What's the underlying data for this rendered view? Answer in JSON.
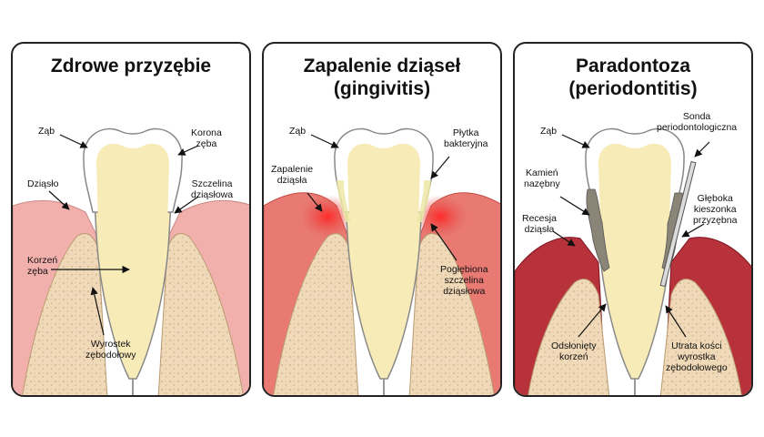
{
  "colors": {
    "gum": "#f2b0ac",
    "gum_inflamed": "#e0564f",
    "gum_periodontitis": "#a11d2a",
    "bone": "#efd9b8",
    "bone_dots": "#c9ab7f",
    "dentin": "#f7ebb8",
    "enamel": "#ffffff",
    "tartar": "#8a8576",
    "plaque": "#ece7a4",
    "outline": "#222222"
  },
  "panels": [
    {
      "title": [
        "Zdrowe przyzębie"
      ],
      "labels": {
        "tooth": "Ząb",
        "crown": [
          "Korona",
          "zęba"
        ],
        "gum": "Dziąsło",
        "gum_sulcus": [
          "Szczelina",
          "dziąsłowa"
        ],
        "root": [
          "Korzeń",
          "zęba"
        ],
        "alveolar": [
          "Wyrostek",
          "zębodołowy"
        ]
      }
    },
    {
      "title": [
        "Zapalenie dziąseł",
        "(gingivitis)"
      ],
      "labels": {
        "tooth": "Ząb",
        "plaque": [
          "Płytka",
          "bakteryjna"
        ],
        "inflamed_gum": [
          "Zapalenie",
          "dziąsła"
        ],
        "deep_sulcus": [
          "Pogłębiona",
          "szczelina",
          "dziąsłowa"
        ]
      }
    },
    {
      "title": [
        "Paradontoza",
        "(periodontitis)"
      ],
      "labels": {
        "tooth": "Ząb",
        "probe": [
          "Sonda",
          "periodontologiczna"
        ],
        "tartar": [
          "Kamień",
          "nazębny"
        ],
        "deep_pocket": [
          "Głęboka",
          "kieszonka",
          "przyzębna"
        ],
        "recession": [
          "Recesja",
          "dziąsła"
        ],
        "exposed_root": [
          "Odsłonięty",
          "korzeń"
        ],
        "bone_loss": [
          "Utrata kości",
          "wyrostka",
          "zębodołowego"
        ]
      }
    }
  ]
}
